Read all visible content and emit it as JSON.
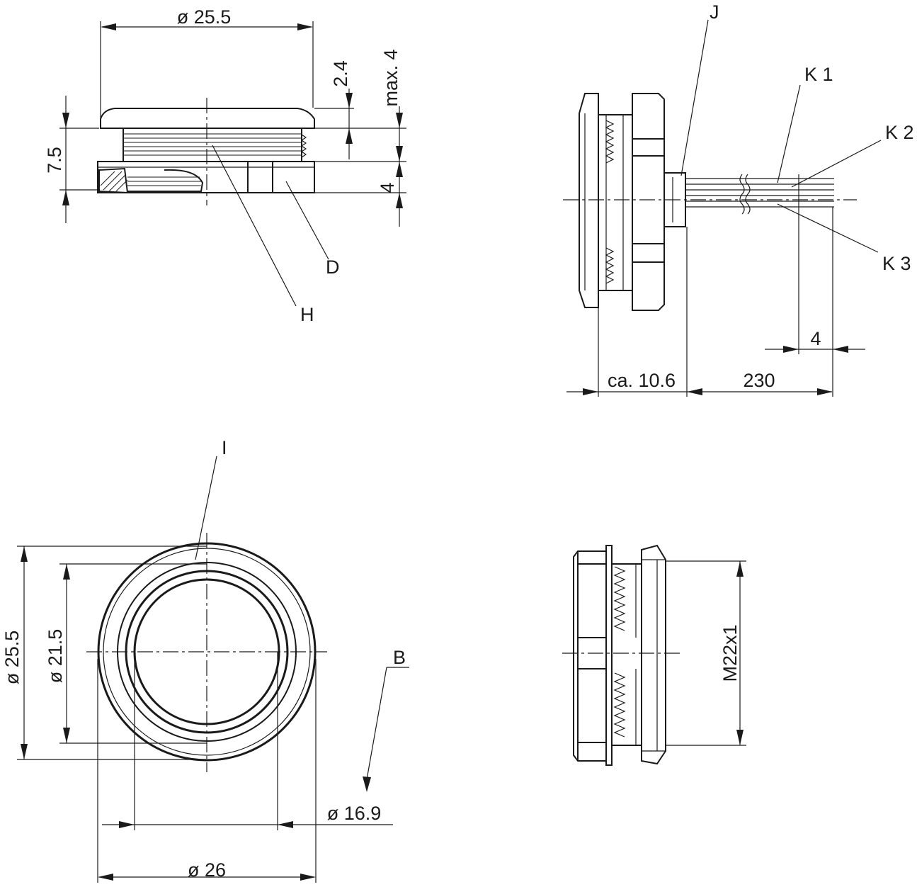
{
  "dimensions": {
    "top_width": "ø 25.5",
    "cap_height": "2.4",
    "max_height": "max. 4",
    "total_height": "7.5",
    "nut_height": "4",
    "depth": "ca. 10.6",
    "cable_length": "230",
    "strip_length": "4",
    "front_outer_dia": "ø 25.5",
    "front_inner_dia": "ø 21.5",
    "window_dia": "ø 16.9",
    "flange_dia": "ø 26",
    "thread": "M22x1"
  },
  "callouts": {
    "D": "D",
    "H": "H",
    "J": "J",
    "K1": "K 1",
    "K2": "K 2",
    "K3": "K 3",
    "I": "I",
    "B": "B"
  },
  "colors": {
    "line": "#1a1a1a",
    "background": "#ffffff"
  }
}
